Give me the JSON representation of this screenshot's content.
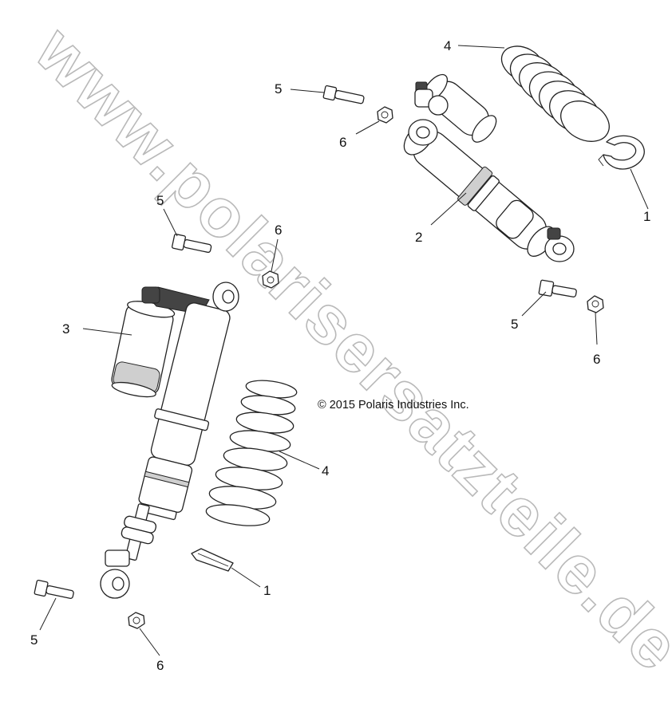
{
  "watermark": "www.polarisersatzteile.de",
  "copyright": "© 2015 Polaris Industries Inc.",
  "callouts": {
    "top_spring": "4",
    "top_bolt": "5",
    "top_nut": "6",
    "top_shock": "2",
    "top_retainer": "1",
    "right_bolt": "5",
    "right_nut": "6",
    "mid_bolt": "5",
    "mid_nut": "6",
    "reservoir_shock": "3",
    "lower_spring": "4",
    "lower_retainer": "1",
    "bottom_bolt": "5",
    "bottom_nut": "6"
  }
}
